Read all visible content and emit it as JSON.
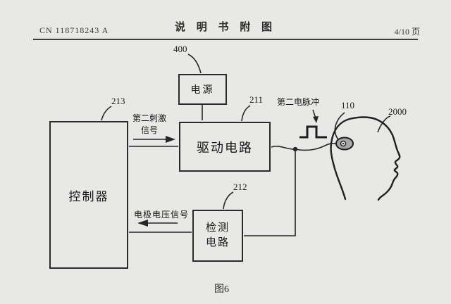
{
  "header": {
    "patent_number": "CN 118718243 A",
    "title": "说 明 书 附 图",
    "page_indicator": "4/10 页"
  },
  "figure": {
    "caption": "图6",
    "blocks": {
      "power": {
        "label": "电源",
        "ref": "400"
      },
      "drive_circuit": {
        "label": "驱动电路",
        "ref": "211"
      },
      "controller": {
        "label": "控制器",
        "ref": "213"
      },
      "detect_circuit": {
        "label_line1": "检测",
        "label_line2": "电路",
        "ref": "212"
      },
      "electrode": {
        "ref": "110"
      },
      "head": {
        "ref": "2000"
      }
    },
    "signals": {
      "stimulus_label_line1": "第二刺激",
      "stimulus_label_line2": "信号",
      "electrode_voltage_label": "电极电压信号",
      "pulse_label": "第二电脉冲"
    },
    "colors": {
      "background": "#e8e8e6",
      "line": "#262626",
      "text": "#1c1c1c",
      "electrode_fill": "#a8a8a8"
    }
  }
}
